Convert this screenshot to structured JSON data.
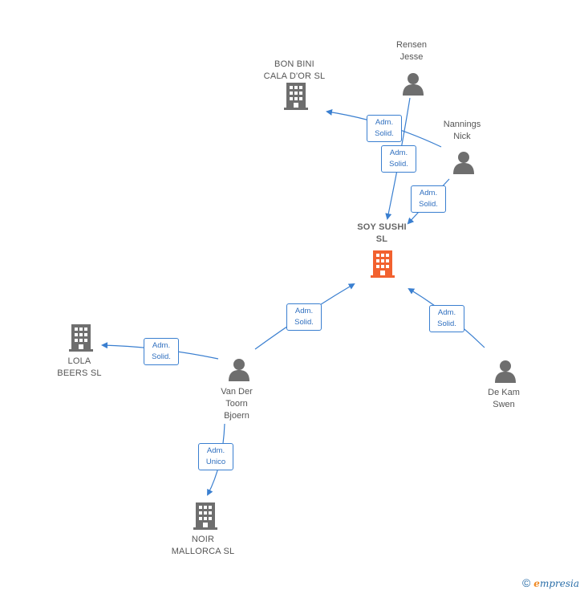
{
  "nodes": {
    "bon_bini": {
      "label": "BON BINI\nCALA D'OR  SL",
      "kind": "company"
    },
    "rensen": {
      "label": "Rensen\nJesse",
      "kind": "person"
    },
    "nannings": {
      "label": "Nannings\nNick",
      "kind": "person"
    },
    "soy_sushi": {
      "label": "SOY SUSHI\nSL",
      "kind": "focus-company"
    },
    "lola": {
      "label": "LOLA\nBEERS  SL",
      "kind": "company"
    },
    "van_der_toorn": {
      "label": "Van Der\nToorn\nBjoern",
      "kind": "person"
    },
    "de_kam": {
      "label": "De Kam\nSwen",
      "kind": "person"
    },
    "noir": {
      "label": "NOIR\nMALLORCA  SL",
      "kind": "company"
    }
  },
  "edges": [
    {
      "from": "nannings",
      "to": "bon_bini",
      "label": "Adm.\nSolid."
    },
    {
      "from": "rensen",
      "to": "soy_sushi",
      "label": "Adm.\nSolid."
    },
    {
      "from": "nannings",
      "to": "soy_sushi",
      "label": "Adm.\nSolid."
    },
    {
      "from": "van_der_toorn",
      "to": "soy_sushi",
      "label": "Adm.\nSolid."
    },
    {
      "from": "de_kam",
      "to": "soy_sushi",
      "label": "Adm.\nSolid."
    },
    {
      "from": "van_der_toorn",
      "to": "lola",
      "label": "Adm.\nSolid."
    },
    {
      "from": "van_der_toorn",
      "to": "noir",
      "label": "Adm.\nUnico"
    }
  ],
  "colors": {
    "edge": "#3a7fd0",
    "icon": "#6e6e6e",
    "focus": "#f2612f"
  },
  "footer": {
    "copyright": "©",
    "brand_first": "e",
    "brand_rest": "mpresia"
  }
}
